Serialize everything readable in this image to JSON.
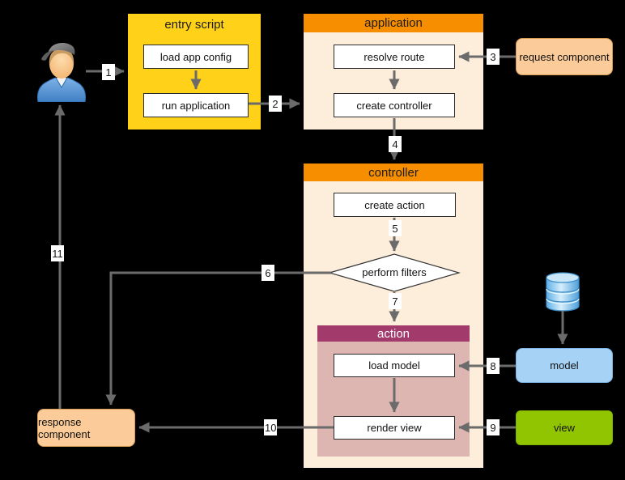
{
  "colors": {
    "background": "#000000",
    "entry_script_fill": "#FFD118",
    "section_header_fill": "#F78E00",
    "section_body_fill": "#FCEEDA",
    "action_header_fill": "#A23A6B",
    "action_body_fill": "#DDB5B1",
    "component_fill": "#FBCC9A",
    "model_fill": "#A6D2F6",
    "view_fill": "#92C501",
    "arrow_color": "#6B6B6B"
  },
  "icons": {
    "user": "user-icon",
    "database": "database-icon"
  },
  "nodes": {
    "entry_script": {
      "title": "entry script",
      "steps": [
        "load app config",
        "run application"
      ]
    },
    "application": {
      "title": "application",
      "steps": [
        "resolve route",
        "create controller"
      ]
    },
    "request_component": {
      "label": "request component"
    },
    "controller": {
      "title": "controller",
      "create_action": "create action",
      "perform_filters": "perform filters"
    },
    "action": {
      "title": "action",
      "load_model": "load model",
      "render_view": "render view"
    },
    "model": {
      "label": "model"
    },
    "view": {
      "label": "view"
    },
    "response_component": {
      "label": "response component"
    }
  },
  "edges": [
    {
      "label": "1"
    },
    {
      "label": "2"
    },
    {
      "label": "3"
    },
    {
      "label": "4"
    },
    {
      "label": "5"
    },
    {
      "label": "6"
    },
    {
      "label": "7"
    },
    {
      "label": "8"
    },
    {
      "label": "9"
    },
    {
      "label": "10"
    },
    {
      "label": "11"
    }
  ]
}
